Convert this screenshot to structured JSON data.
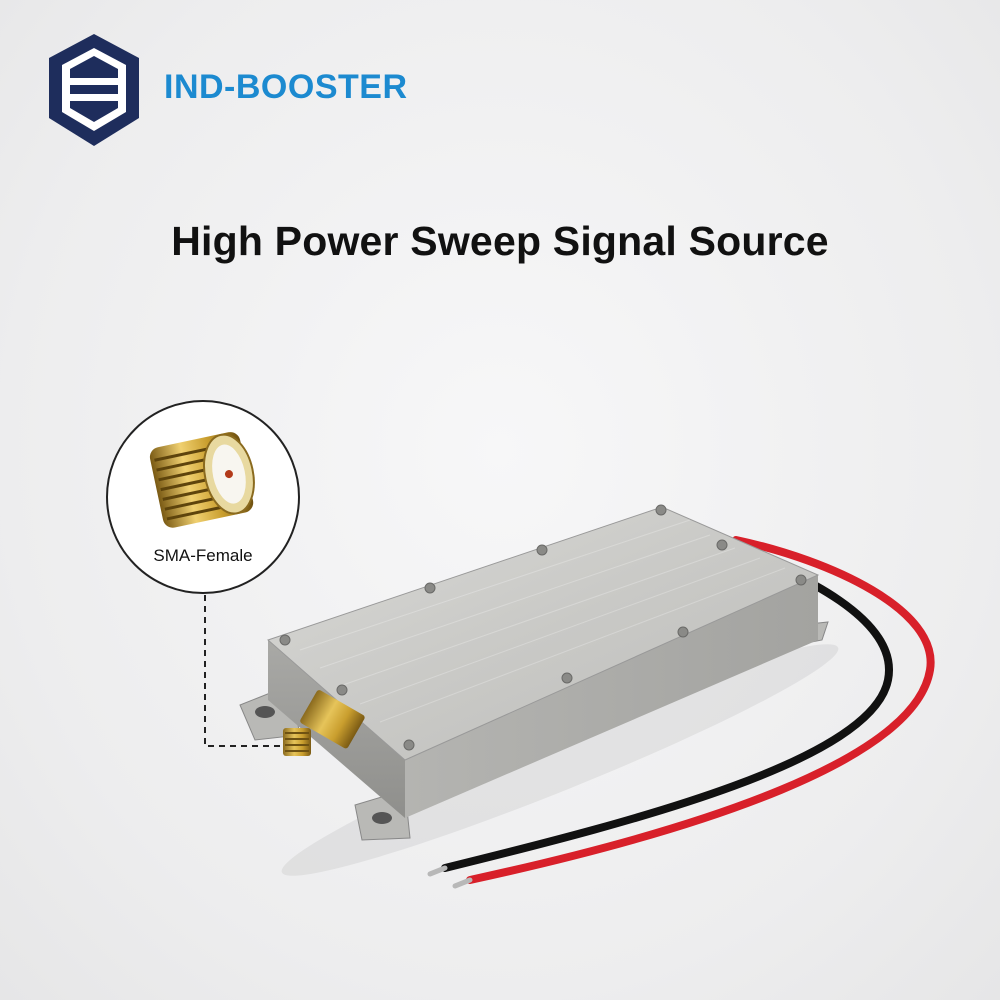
{
  "brand": {
    "name": "IND-BOOSTER",
    "logo_icon": "hexagon-shield-logo",
    "colors": {
      "navy": "#1e2d5c",
      "blue": "#1c8ad0"
    }
  },
  "headline": "High Power Sweep Signal Source",
  "callout": {
    "label": "SMA-Female",
    "icon": "sma-female-connector-icon"
  },
  "product": {
    "icon": "rf-amplifier-module",
    "wire_colors": {
      "positive": "#d8202a",
      "negative": "#111111"
    }
  }
}
